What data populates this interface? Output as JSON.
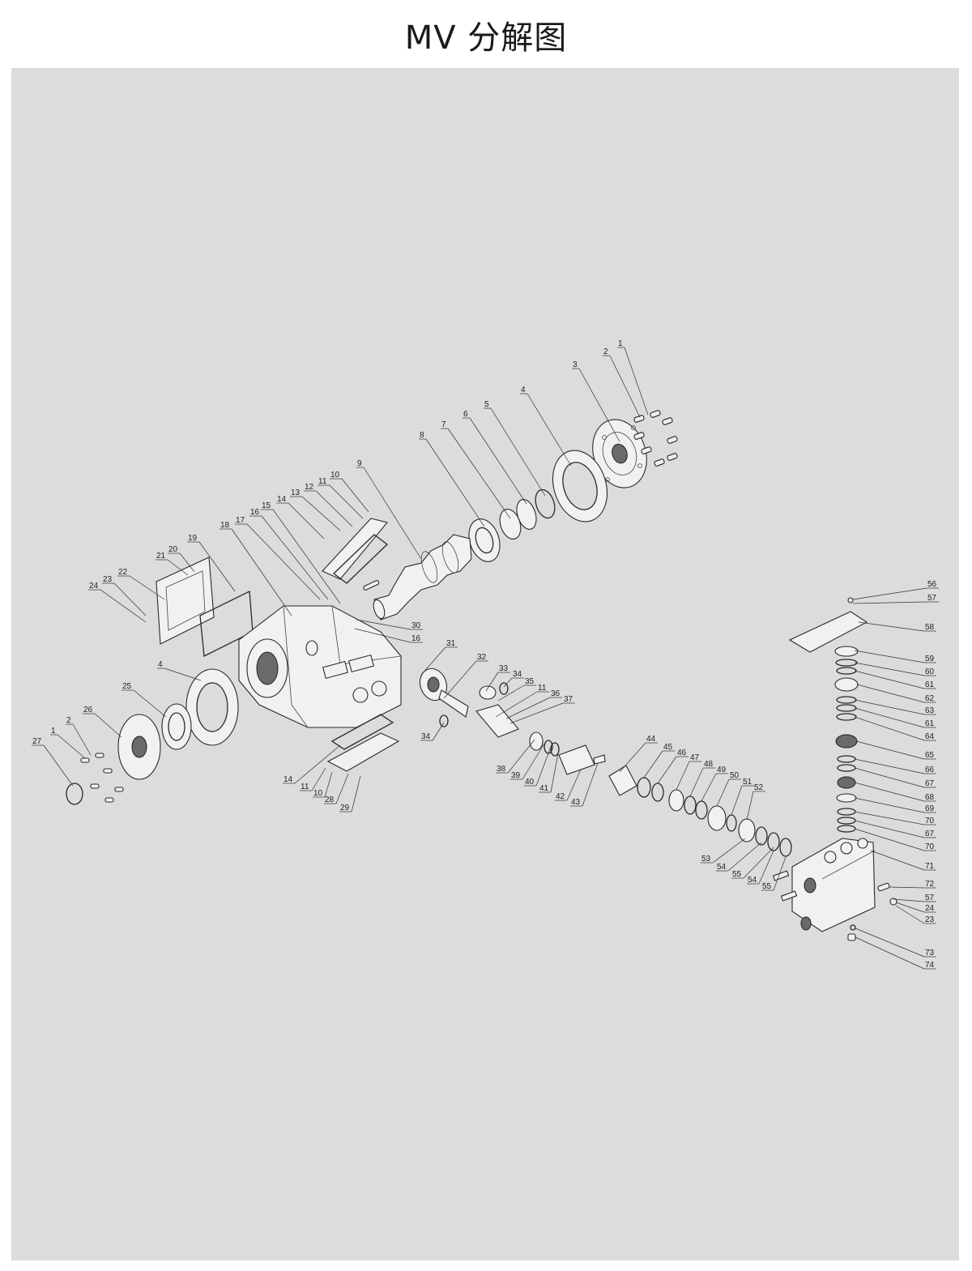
{
  "title": "MV 分解图",
  "colors": {
    "background": "#ffffff",
    "panel": "#dcdcdc",
    "line": "#2a2a2a"
  },
  "callouts": [
    {
      "id": "c1a",
      "text": "1"
    },
    {
      "id": "c2a",
      "text": "2"
    },
    {
      "id": "c3",
      "text": "3"
    },
    {
      "id": "c4a",
      "text": "4"
    },
    {
      "id": "c5",
      "text": "5"
    },
    {
      "id": "c6",
      "text": "6"
    },
    {
      "id": "c7",
      "text": "7"
    },
    {
      "id": "c8",
      "text": "8"
    },
    {
      "id": "c9",
      "text": "9"
    },
    {
      "id": "c10a",
      "text": "10"
    },
    {
      "id": "c11a",
      "text": "11"
    },
    {
      "id": "c12",
      "text": "12"
    },
    {
      "id": "c13",
      "text": "13"
    },
    {
      "id": "c14a",
      "text": "14"
    },
    {
      "id": "c15",
      "text": "15"
    },
    {
      "id": "c16a",
      "text": "16"
    },
    {
      "id": "c17",
      "text": "17"
    },
    {
      "id": "c18",
      "text": "18"
    },
    {
      "id": "c19",
      "text": "19"
    },
    {
      "id": "c20",
      "text": "20"
    },
    {
      "id": "c21",
      "text": "21"
    },
    {
      "id": "c22",
      "text": "22"
    },
    {
      "id": "c23a",
      "text": "23"
    },
    {
      "id": "c24a",
      "text": "24"
    },
    {
      "id": "c30",
      "text": "30"
    },
    {
      "id": "c16b",
      "text": "16"
    },
    {
      "id": "c31",
      "text": "31"
    },
    {
      "id": "c32",
      "text": "32"
    },
    {
      "id": "c33",
      "text": "33"
    },
    {
      "id": "c34a",
      "text": "34"
    },
    {
      "id": "c35",
      "text": "35"
    },
    {
      "id": "c11b",
      "text": "11"
    },
    {
      "id": "c36",
      "text": "36"
    },
    {
      "id": "c37",
      "text": "37"
    },
    {
      "id": "c34b",
      "text": "34"
    },
    {
      "id": "c4b",
      "text": "4"
    },
    {
      "id": "c25",
      "text": "25"
    },
    {
      "id": "c26",
      "text": "26"
    },
    {
      "id": "c2b",
      "text": "2"
    },
    {
      "id": "c1b",
      "text": "1"
    },
    {
      "id": "c27",
      "text": "27"
    },
    {
      "id": "c14b",
      "text": "14"
    },
    {
      "id": "c11c",
      "text": "11"
    },
    {
      "id": "c10b",
      "text": "10"
    },
    {
      "id": "c28",
      "text": "28"
    },
    {
      "id": "c29",
      "text": "29"
    },
    {
      "id": "c38",
      "text": "38"
    },
    {
      "id": "c39",
      "text": "39"
    },
    {
      "id": "c40",
      "text": "40"
    },
    {
      "id": "c41",
      "text": "41"
    },
    {
      "id": "c42",
      "text": "42"
    },
    {
      "id": "c43",
      "text": "43"
    },
    {
      "id": "c44",
      "text": "44"
    },
    {
      "id": "c45",
      "text": "45"
    },
    {
      "id": "c46",
      "text": "46"
    },
    {
      "id": "c47",
      "text": "47"
    },
    {
      "id": "c48",
      "text": "48"
    },
    {
      "id": "c49",
      "text": "49"
    },
    {
      "id": "c50",
      "text": "50"
    },
    {
      "id": "c51",
      "text": "51"
    },
    {
      "id": "c52",
      "text": "52"
    },
    {
      "id": "c53",
      "text": "53"
    },
    {
      "id": "c54a",
      "text": "54"
    },
    {
      "id": "c55a",
      "text": "55"
    },
    {
      "id": "c54b",
      "text": "54"
    },
    {
      "id": "c55b",
      "text": "55"
    },
    {
      "id": "c56",
      "text": "56"
    },
    {
      "id": "c57a",
      "text": "57"
    },
    {
      "id": "c58",
      "text": "58"
    },
    {
      "id": "c59",
      "text": "59"
    },
    {
      "id": "c60",
      "text": "60"
    },
    {
      "id": "c61a",
      "text": "61"
    },
    {
      "id": "c62",
      "text": "62"
    },
    {
      "id": "c63",
      "text": "63"
    },
    {
      "id": "c61b",
      "text": "61"
    },
    {
      "id": "c64",
      "text": "64"
    },
    {
      "id": "c65",
      "text": "65"
    },
    {
      "id": "c66",
      "text": "66"
    },
    {
      "id": "c67a",
      "text": "67"
    },
    {
      "id": "c68",
      "text": "68"
    },
    {
      "id": "c69",
      "text": "69"
    },
    {
      "id": "c70a",
      "text": "70"
    },
    {
      "id": "c67b",
      "text": "67"
    },
    {
      "id": "c70b",
      "text": "70"
    },
    {
      "id": "c71",
      "text": "71"
    },
    {
      "id": "c72",
      "text": "72"
    },
    {
      "id": "c57b",
      "text": "57"
    },
    {
      "id": "c24b",
      "text": "24"
    },
    {
      "id": "c23b",
      "text": "23"
    },
    {
      "id": "c73",
      "text": "73"
    },
    {
      "id": "c74",
      "text": "74"
    }
  ]
}
